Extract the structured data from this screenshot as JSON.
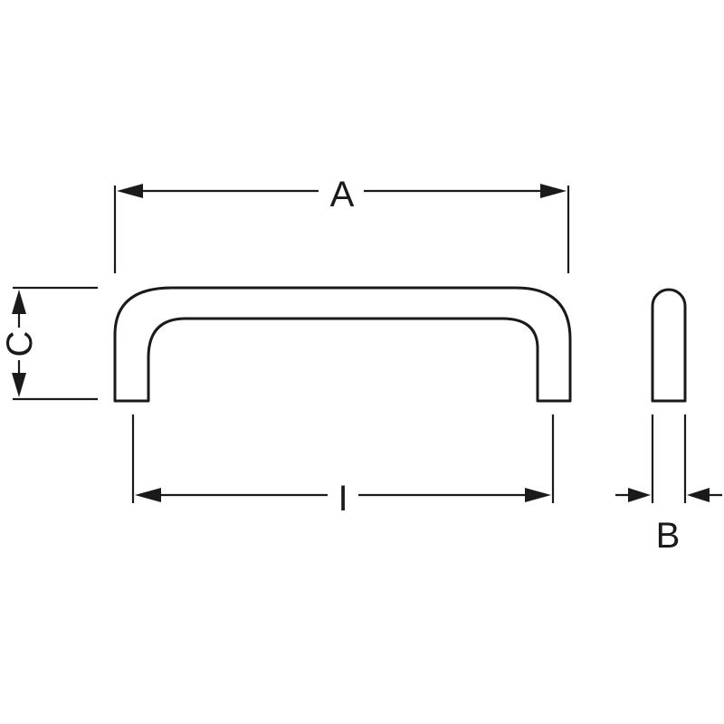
{
  "diagram": {
    "labels": {
      "overall_length": "A",
      "hole_spacing": "I",
      "height": "C",
      "diameter": "B"
    },
    "line_color": "#1a1a1a",
    "background": "#ffffff"
  }
}
